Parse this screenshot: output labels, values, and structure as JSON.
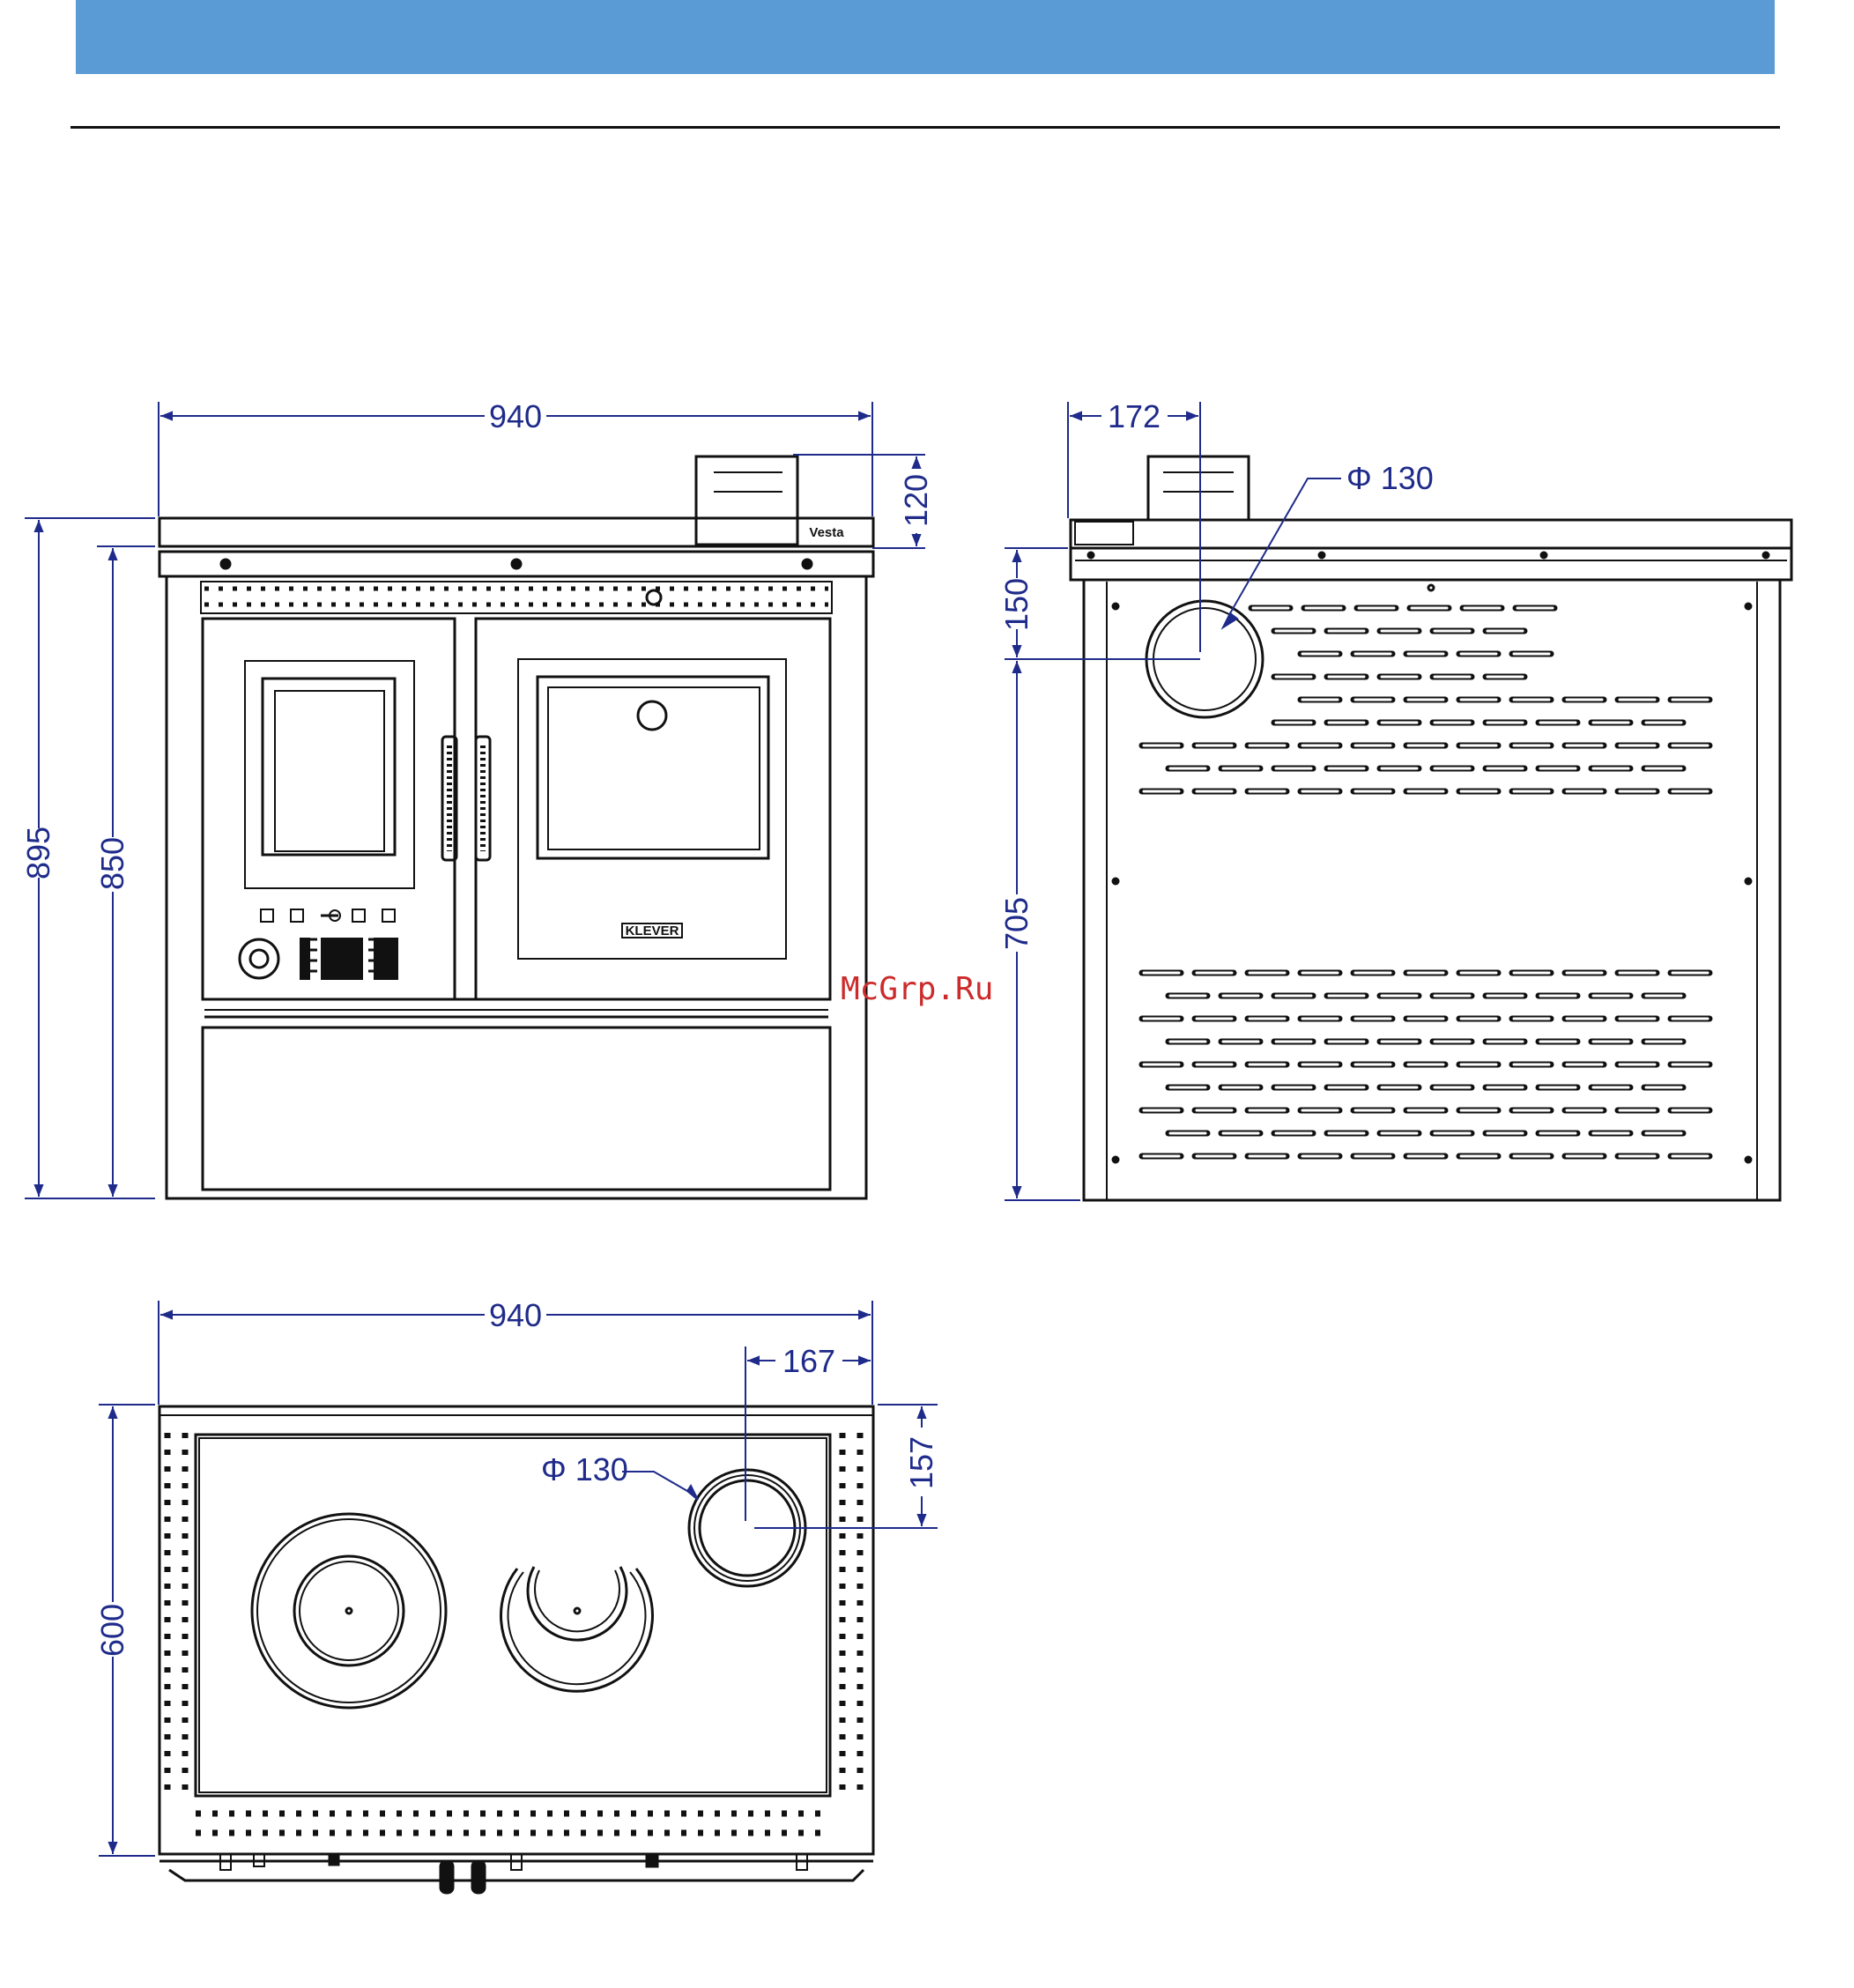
{
  "header": {
    "bar_color": "#5b9bd5"
  },
  "front_view": {
    "width_label": "940",
    "height_label": "895",
    "body_height_label": "850",
    "flue_height_label": "120",
    "top_brand": "Vesta",
    "door_brand": "KLEVER"
  },
  "side_view": {
    "flue_offset_label": "172",
    "flue_diameter_label": "Φ 130",
    "flue_center_label": "150",
    "flue_height_label": "705"
  },
  "top_view": {
    "width_label": "940",
    "depth_label": "600",
    "flue_x_label": "167",
    "flue_y_label": "157",
    "flue_diameter_label": "Φ 130"
  },
  "watermark": "McGrp.Ru",
  "colors": {
    "dimension": "#1f2b8a",
    "outline": "#111111",
    "watermark": "#cc2b2b"
  }
}
